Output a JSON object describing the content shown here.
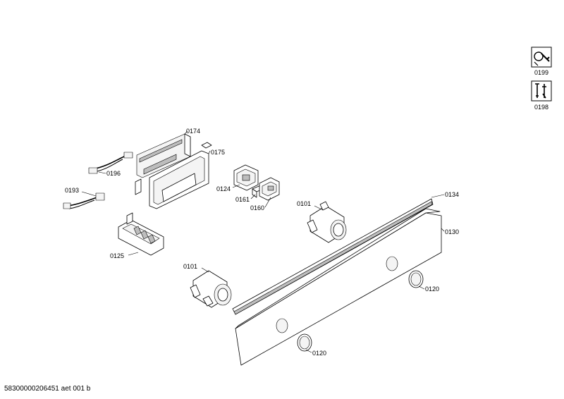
{
  "labels": {
    "p0174": "0174",
    "p0175": "0175",
    "p0196": "0196",
    "p0193": "0193",
    "p0124": "0124",
    "p0161": "0161",
    "p0160": "0160",
    "p0125": "0125",
    "p0101a": "0101",
    "p0101b": "0101",
    "p0134": "0134",
    "p0130": "0130",
    "p0120a": "0120",
    "p0120b": "0120",
    "p0199": "0199",
    "p0198": "0198"
  },
  "icons": {
    "service_top": "wrench-service-icon",
    "service_bottom": "screwdriver-tools-icon"
  },
  "footer": {
    "document_id": "58300000206451 aet 001 b"
  }
}
